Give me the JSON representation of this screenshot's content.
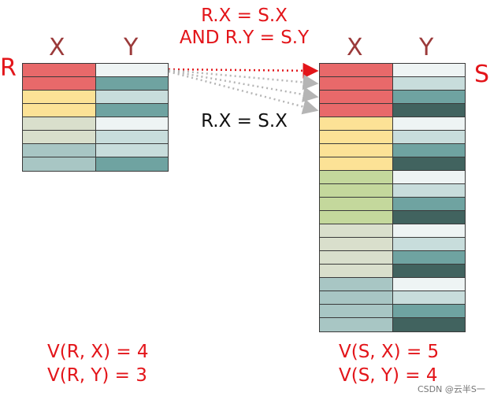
{
  "conditions": {
    "top_line1": "R.X = S.X",
    "top_line2": "AND R.Y = S.Y",
    "middle": "R.X = S.X"
  },
  "table_r": {
    "label": "R",
    "col_x": "X",
    "col_y": "Y",
    "rows": [
      {
        "x": "#e8696a",
        "y": "#eef4f4"
      },
      {
        "x": "#e8696a",
        "y": "#6fa3a1"
      },
      {
        "x": "#fce296",
        "y": "#c8dddc"
      },
      {
        "x": "#fce296",
        "y": "#6fa3a1"
      },
      {
        "x": "#d9dfcc",
        "y": "#eef4f4"
      },
      {
        "x": "#d9dfcc",
        "y": "#c8dddc"
      },
      {
        "x": "#a8c6c4",
        "y": "#c8dddc"
      },
      {
        "x": "#a8c6c4",
        "y": "#6fa3a1"
      }
    ]
  },
  "table_s": {
    "label": "S",
    "col_x": "X",
    "col_y": "Y",
    "rows": [
      {
        "x": "#e8696a",
        "y": "#eef4f4"
      },
      {
        "x": "#e8696a",
        "y": "#c8dddc"
      },
      {
        "x": "#e8696a",
        "y": "#6fa3a1"
      },
      {
        "x": "#e8696a",
        "y": "#41635f"
      },
      {
        "x": "#fce296",
        "y": "#eef4f4"
      },
      {
        "x": "#fce296",
        "y": "#c8dddc"
      },
      {
        "x": "#fce296",
        "y": "#6fa3a1"
      },
      {
        "x": "#fce296",
        "y": "#41635f"
      },
      {
        "x": "#c4d89c",
        "y": "#eef4f4"
      },
      {
        "x": "#c4d89c",
        "y": "#c8dddc"
      },
      {
        "x": "#c4d89c",
        "y": "#6fa3a1"
      },
      {
        "x": "#c4d89c",
        "y": "#41635f"
      },
      {
        "x": "#d9dfcc",
        "y": "#eef4f4"
      },
      {
        "x": "#d9dfcc",
        "y": "#c8dddc"
      },
      {
        "x": "#d9dfcc",
        "y": "#6fa3a1"
      },
      {
        "x": "#d9dfcc",
        "y": "#41635f"
      },
      {
        "x": "#a8c6c4",
        "y": "#eef4f4"
      },
      {
        "x": "#a8c6c4",
        "y": "#c8dddc"
      },
      {
        "x": "#a8c6c4",
        "y": "#6fa3a1"
      },
      {
        "x": "#a8c6c4",
        "y": "#41635f"
      }
    ]
  },
  "stats_r": {
    "vx": "V(R, X) = 4",
    "vy": "V(R, Y) = 3"
  },
  "stats_s": {
    "vx": "V(S, X) = 5",
    "vy": "V(S, Y) = 4"
  },
  "watermark": "CSDN @云半S一",
  "colors": {
    "text_red": "#e3151a",
    "header_maroon": "#9b3a3a",
    "arrow_red": "#e3151a",
    "arrow_gray": "#b5b5b5"
  }
}
